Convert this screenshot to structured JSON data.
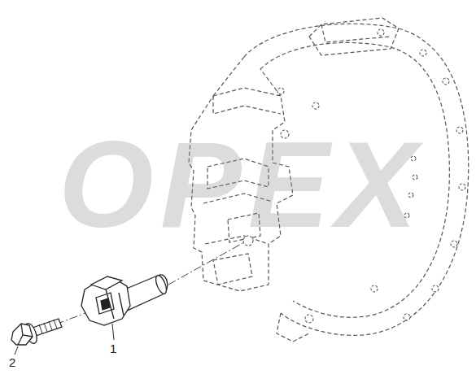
{
  "diagram": {
    "labels": [
      "1",
      "2",
      "OPEX"
    ]
  }
}
